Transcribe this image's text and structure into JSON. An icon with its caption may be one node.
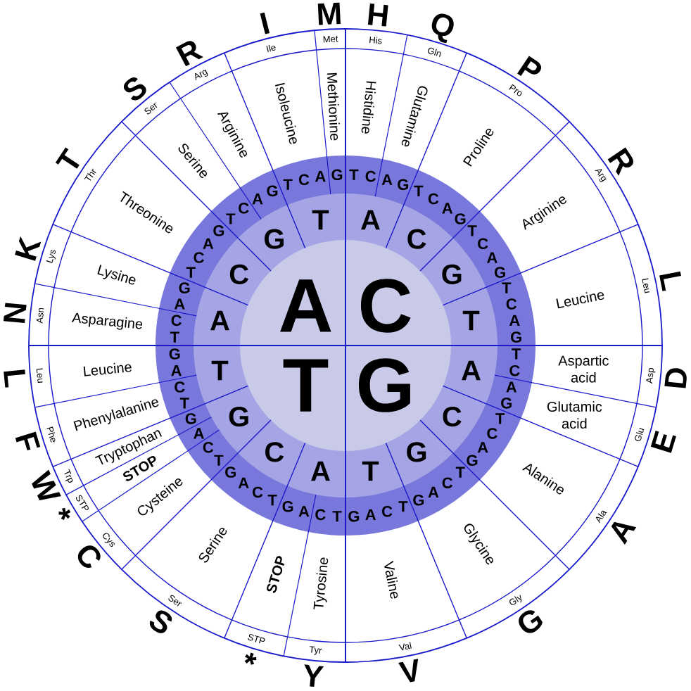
{
  "diagram": {
    "labels": [
      "A",
      "C",
      "T",
      "G",
      "A",
      "C",
      "G",
      "T",
      "A",
      "C",
      "G",
      "T",
      "A",
      "C",
      "G",
      "T",
      "A",
      "C",
      "G",
      "T",
      "T",
      "C",
      "A",
      "G",
      "T",
      "C",
      "A",
      "G",
      "T",
      "C",
      "A",
      "G",
      "T",
      "C",
      "A",
      "G",
      "T",
      "C",
      "A",
      "G",
      "T",
      "C",
      "A",
      "G",
      "T",
      "C",
      "A",
      "G",
      "T",
      "C",
      "A",
      "G",
      "T",
      "C",
      "A",
      "G",
      "T",
      "C",
      "A",
      "G",
      "T",
      "C",
      "A",
      "G",
      "T",
      "C",
      "A",
      "G",
      "T",
      "C",
      "A",
      "G",
      "T",
      "C",
      "A",
      "G",
      "T",
      "C",
      "A",
      "G",
      "T",
      "C",
      "A",
      "G",
      "Histidine",
      "Glutamine",
      "Proline",
      "Arginine",
      "Leucine",
      "Aspartic acid",
      "Glutamic acid",
      "Alanine",
      "Glycine",
      "Valine",
      "Tyrosine",
      "STOP",
      "Serine",
      "Cysteine",
      "STOP",
      "Tryptophan",
      "Phenylalanine",
      "Leucine",
      "Asparagine",
      "Lysine",
      "Threonine",
      "Serine",
      "Arginine",
      "Isoleucine",
      "Methionine",
      "His",
      "Gln",
      "Pro",
      "Arg",
      "Leu",
      "Asp",
      "Glu",
      "Ala",
      "Gly",
      "Val",
      "Tyr",
      "STP",
      "Ser",
      "Cys",
      "STP",
      "Trp",
      "Phe",
      "Leu",
      "Asn",
      "Lys",
      "Thr",
      "Ser",
      "Arg",
      "Ile",
      "Met",
      "H",
      "Q",
      "P",
      "R",
      "L",
      "D",
      "E",
      "A",
      "G",
      "V",
      "Y",
      "*",
      "S",
      "C",
      "*",
      "W",
      "F",
      "L",
      "N",
      "K",
      "T",
      "S",
      "R",
      "I",
      "M"
    ]
  }
}
